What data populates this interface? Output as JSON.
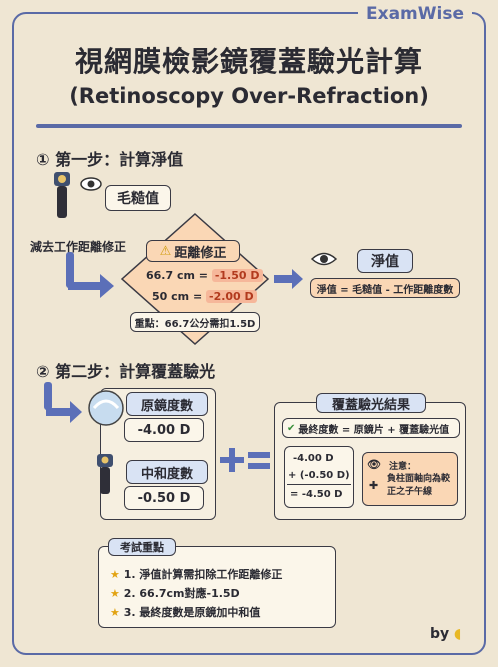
{
  "brand": "ExamWise",
  "title": {
    "main": "視網膜檢影鏡覆蓋驗光計算",
    "sub": "(Retinoscopy Over-Refraction)"
  },
  "step1": {
    "heading": "① 第一步：計算淨值",
    "gross_label": "毛糙值",
    "subtract_label": "減去工作距離修正",
    "warn_title": "距離修正",
    "line1_prefix": "66.7 cm = ",
    "line1_value": "-1.50 D",
    "line2_prefix": "50 cm = ",
    "line2_value": "-2.00 D",
    "note": "重點：66.7公分需扣1.5D",
    "net_label": "淨值",
    "net_formula": "淨值 = 毛糙值 - 工作距離度數"
  },
  "step2": {
    "heading": "② 第二步：計算覆蓋驗光",
    "orig_label": "原鏡度數",
    "orig_value": "-4.00 D",
    "neut_label": "中和度數",
    "neut_value": "-0.50 D",
    "result_title": "覆蓋驗光結果",
    "formula": "最終度數 = 原鏡片 + 覆蓋驗光值",
    "calc": [
      "-4.00 D",
      "+ (-0.50 D)",
      "= -4.50 D"
    ],
    "note_title": "注意：",
    "note_text": "負柱面軸向為較正之子午線"
  },
  "exam": {
    "title": "考試重點",
    "items": [
      "1. 淨值計算需扣除工作距離修正",
      "2. 66.7cm對應-1.5D",
      "3. 最終度數是原鏡加中和值"
    ]
  },
  "footer": {
    "by": "by"
  }
}
